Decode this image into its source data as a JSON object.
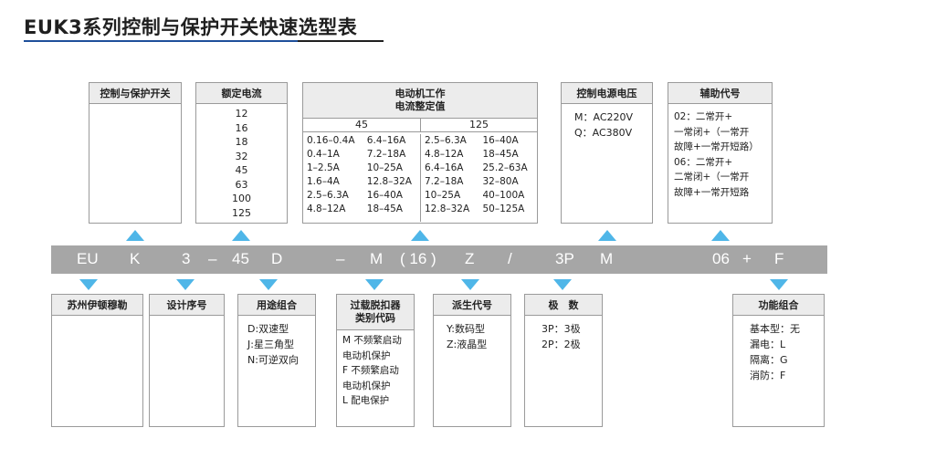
{
  "title": "EUK3系列控制与保护开关快速选型表",
  "code_line": {
    "c1": "EU",
    "c2": "K",
    "c3": "3",
    "c4": "–",
    "c5": "45",
    "c6": "D",
    "c7": "–",
    "c8": "M",
    "c9": "( 16 )",
    "c10": "Z",
    "c11": "/",
    "c12": "3P",
    "c13": "M",
    "c14": "06",
    "c15": "+",
    "c16": "F"
  },
  "top": {
    "kzbh": {
      "header": "控制与保护开关"
    },
    "edl": {
      "header": "额定电流",
      "values": [
        "12",
        "16",
        "18",
        "32",
        "45",
        "63",
        "100",
        "125"
      ]
    },
    "motor": {
      "header_line1": "电动机工作",
      "header_line2": "电流整定值",
      "col_a": "45",
      "col_b": "125",
      "rows": [
        [
          "0.16–0.4A",
          "6.4–16A",
          "2.5–6.3A",
          "16–40A"
        ],
        [
          "0.4–1A",
          "7.2–18A",
          "4.8–12A",
          "18–45A"
        ],
        [
          "1–2.5A",
          "10–25A",
          "6.4–16A",
          "25.2–63A"
        ],
        [
          "1.6–4A",
          "12.8–32A",
          "7.2–18A",
          "32–80A"
        ],
        [
          "2.5–6.3A",
          "16–40A",
          "10–25A",
          "40–100A"
        ],
        [
          "4.8–12A",
          "18–45A",
          "12.8–32A",
          "50–125A"
        ]
      ]
    },
    "voltage": {
      "header": "控制电源电压",
      "lines": [
        "M：AC220V",
        "Q：AC380V"
      ]
    },
    "aux": {
      "header": "辅助代号",
      "lines": [
        "02：二常开+",
        "一常闭+（一常开",
        "故障+一常开短路）",
        "06：二常开+",
        "二常闭+（一常开",
        "故障+一常开短路"
      ]
    }
  },
  "bottom": {
    "maker": {
      "header": "苏州伊顿穆勒"
    },
    "serial": {
      "header": "设计序号"
    },
    "usage": {
      "header": "用途组合",
      "lines": [
        "D:双速型",
        "J:星三角型",
        "N:可逆双向"
      ]
    },
    "trip": {
      "header_line1": "过载脱扣器",
      "header_line2": "类别代码",
      "lines": [
        "M 不频繁启动",
        "电动机保护",
        "F 不频繁启动",
        "电动机保护",
        "L 配电保护"
      ]
    },
    "derived": {
      "header": "派生代号",
      "lines": [
        "Y:数码型",
        "Z:液晶型"
      ]
    },
    "poles": {
      "header": "极　数",
      "lines": [
        "3P：3极",
        "2P：2极"
      ]
    },
    "func": {
      "header": "功能组合",
      "lines": [
        "基本型：无",
        "漏电：L",
        "隔离：G",
        "消防：F"
      ]
    }
  },
  "colors": {
    "arrow": "#4fb6e8",
    "bar": "#a6a6a6",
    "accent": "#1e4f9a"
  }
}
